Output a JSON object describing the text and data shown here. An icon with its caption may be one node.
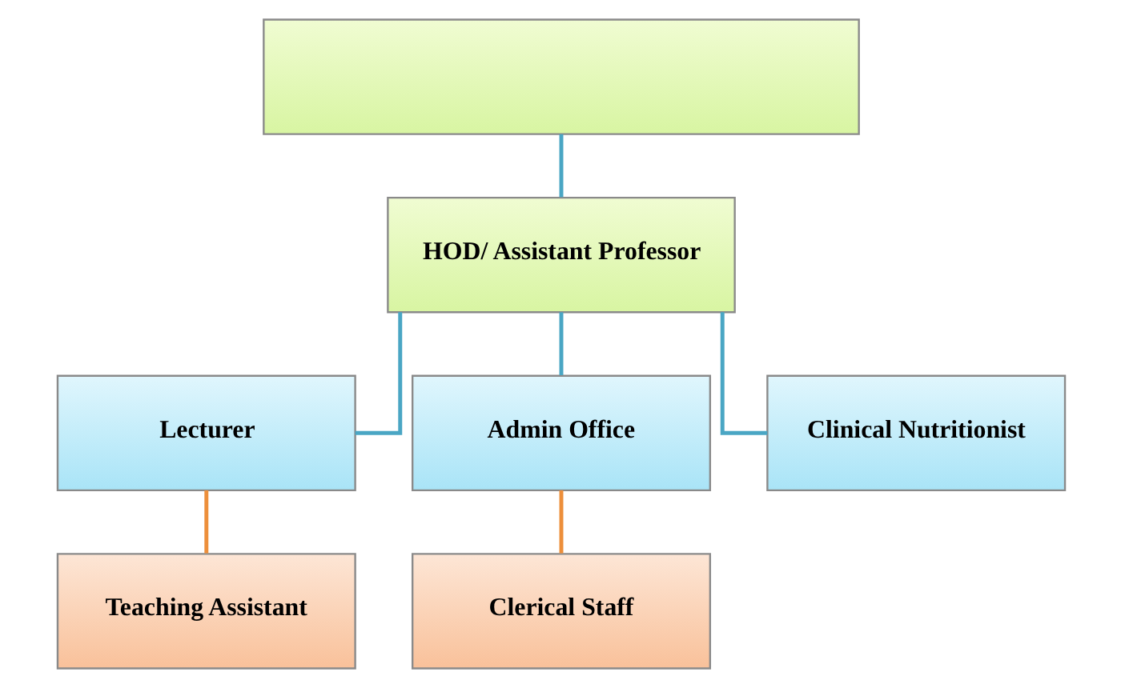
{
  "diagram": {
    "nodes": [
      {
        "text": [],
        "shape": "box"
      },
      {
        "text": [
          "HOD/ Assistant Professor"
        ]
      },
      {
        "text": [
          "Lecturer"
        ]
      },
      {
        "text": [
          "Admin Office"
        ]
      },
      {
        "text": [
          "Clinical Nutritionist"
        ]
      },
      {
        "text": [
          "Teaching Assistant"
        ]
      },
      {
        "text": [
          "Clerical Staff"
        ]
      }
    ],
    "edges": [
      {
        "from": 0,
        "to": 1,
        "arrow": "none"
      },
      {
        "from": 1,
        "to": 2,
        "arrow": "none"
      },
      {
        "from": 1,
        "to": 3,
        "arrow": "none"
      },
      {
        "from": 1,
        "to": 4,
        "arrow": "none"
      },
      {
        "from": 2,
        "to": 5,
        "arrow": "none",
        "color": "#ed8f3b"
      },
      {
        "from": 3,
        "to": 6,
        "arrow": "none",
        "color": "#ed8f3b"
      }
    ]
  }
}
